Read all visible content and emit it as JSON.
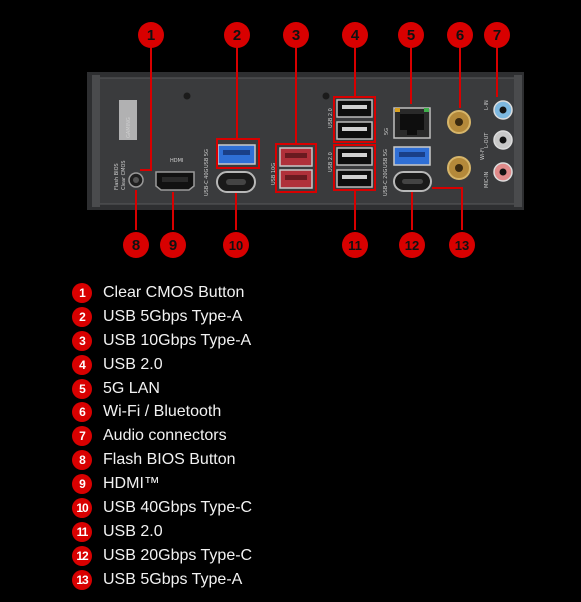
{
  "legend": [
    {
      "number": "1",
      "label": "Clear CMOS Button"
    },
    {
      "number": "2",
      "label": "USB 5Gbps Type-A"
    },
    {
      "number": "3",
      "label": "USB 10Gbps Type-A"
    },
    {
      "number": "4",
      "label": "USB 2.0"
    },
    {
      "number": "5",
      "label": "5G LAN"
    },
    {
      "number": "6",
      "label": "Wi-Fi / Bluetooth"
    },
    {
      "number": "7",
      "label": "Audio connectors"
    },
    {
      "number": "8",
      "label": "Flash BIOS Button"
    },
    {
      "number": "9",
      "label": "HDMI™"
    },
    {
      "number": "10",
      "label": "USB 40Gbps Type-C"
    },
    {
      "number": "11",
      "label": "USB 2.0"
    },
    {
      "number": "12",
      "label": "USB 20Gbps Type-C"
    },
    {
      "number": "13",
      "label": "USB 5Gbps Type-A"
    }
  ],
  "panel_labels": {
    "gaming": "GAMING",
    "hdmi": "HDMI",
    "usb_5g": "USB 5G",
    "usb_c_40g": "USB-C 40G",
    "usb_10g": "USB 10G",
    "usb_2_top": "USB 2.0",
    "usb_2_bottom": "USB 2.0",
    "lan_5g": "5G",
    "usb_5g_right": "USB 5G",
    "usb_c_20g": "USB-C 20G",
    "wifi": "Wi-Fi",
    "line_in": "L-IN",
    "line_out": "L-OUT",
    "mic_in": "MIC-IN",
    "flash_bios": "Flash BIOS",
    "clear_cmos": "Clear CMOS"
  },
  "colors": {
    "accent_red": "#d80000",
    "usb_blue": "#2f6fd6",
    "usb_red": "#b0303a",
    "panel": "#3a3b3d"
  }
}
